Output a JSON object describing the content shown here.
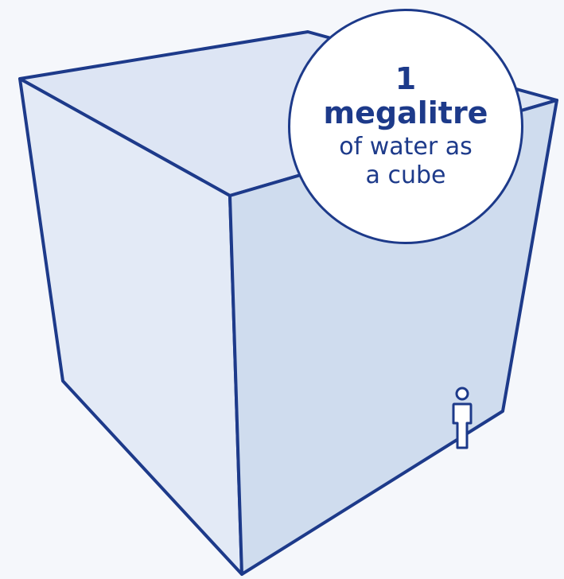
{
  "badge": {
    "number": "1",
    "unit": "megalitre",
    "line1": "of water as",
    "line2": "a cube"
  },
  "colors": {
    "background": "#f5f7fb",
    "outline": "#1d3a8a",
    "top_face": "#dde5f4",
    "left_face": "#e3eaf6",
    "right_face": "#cfdcee",
    "badge_fill": "#ffffff"
  },
  "icons": {
    "person": "person-icon"
  }
}
